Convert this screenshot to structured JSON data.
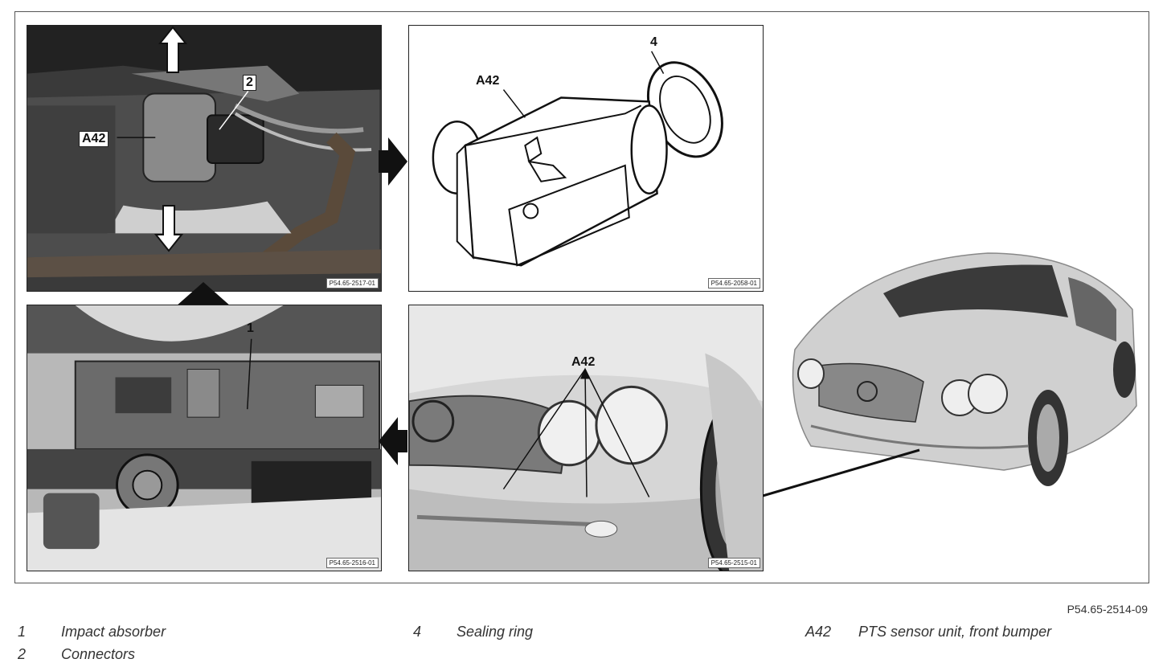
{
  "figure_code": "P54.65-2514-09",
  "panels": {
    "sensor_mount": {
      "ref": "P54.65-2517-01",
      "label_a42": "A42",
      "label_2": "2"
    },
    "sensor_unit": {
      "ref": "P54.65-2058-01",
      "label_a42": "A42",
      "label_4": "4"
    },
    "impact_absorber": {
      "ref": "P54.65-2516-01",
      "label_1": "1"
    },
    "bumper_closeup": {
      "ref": "P54.65-2515-01",
      "label_a42": "A42"
    }
  },
  "legend": [
    {
      "num": "1",
      "text": "Impact absorber"
    },
    {
      "num": "2",
      "text": "Connectors"
    },
    {
      "num": "4",
      "text": "Sealing ring"
    },
    {
      "num": "A42",
      "text": "PTS sensor unit, front bumper"
    }
  ]
}
